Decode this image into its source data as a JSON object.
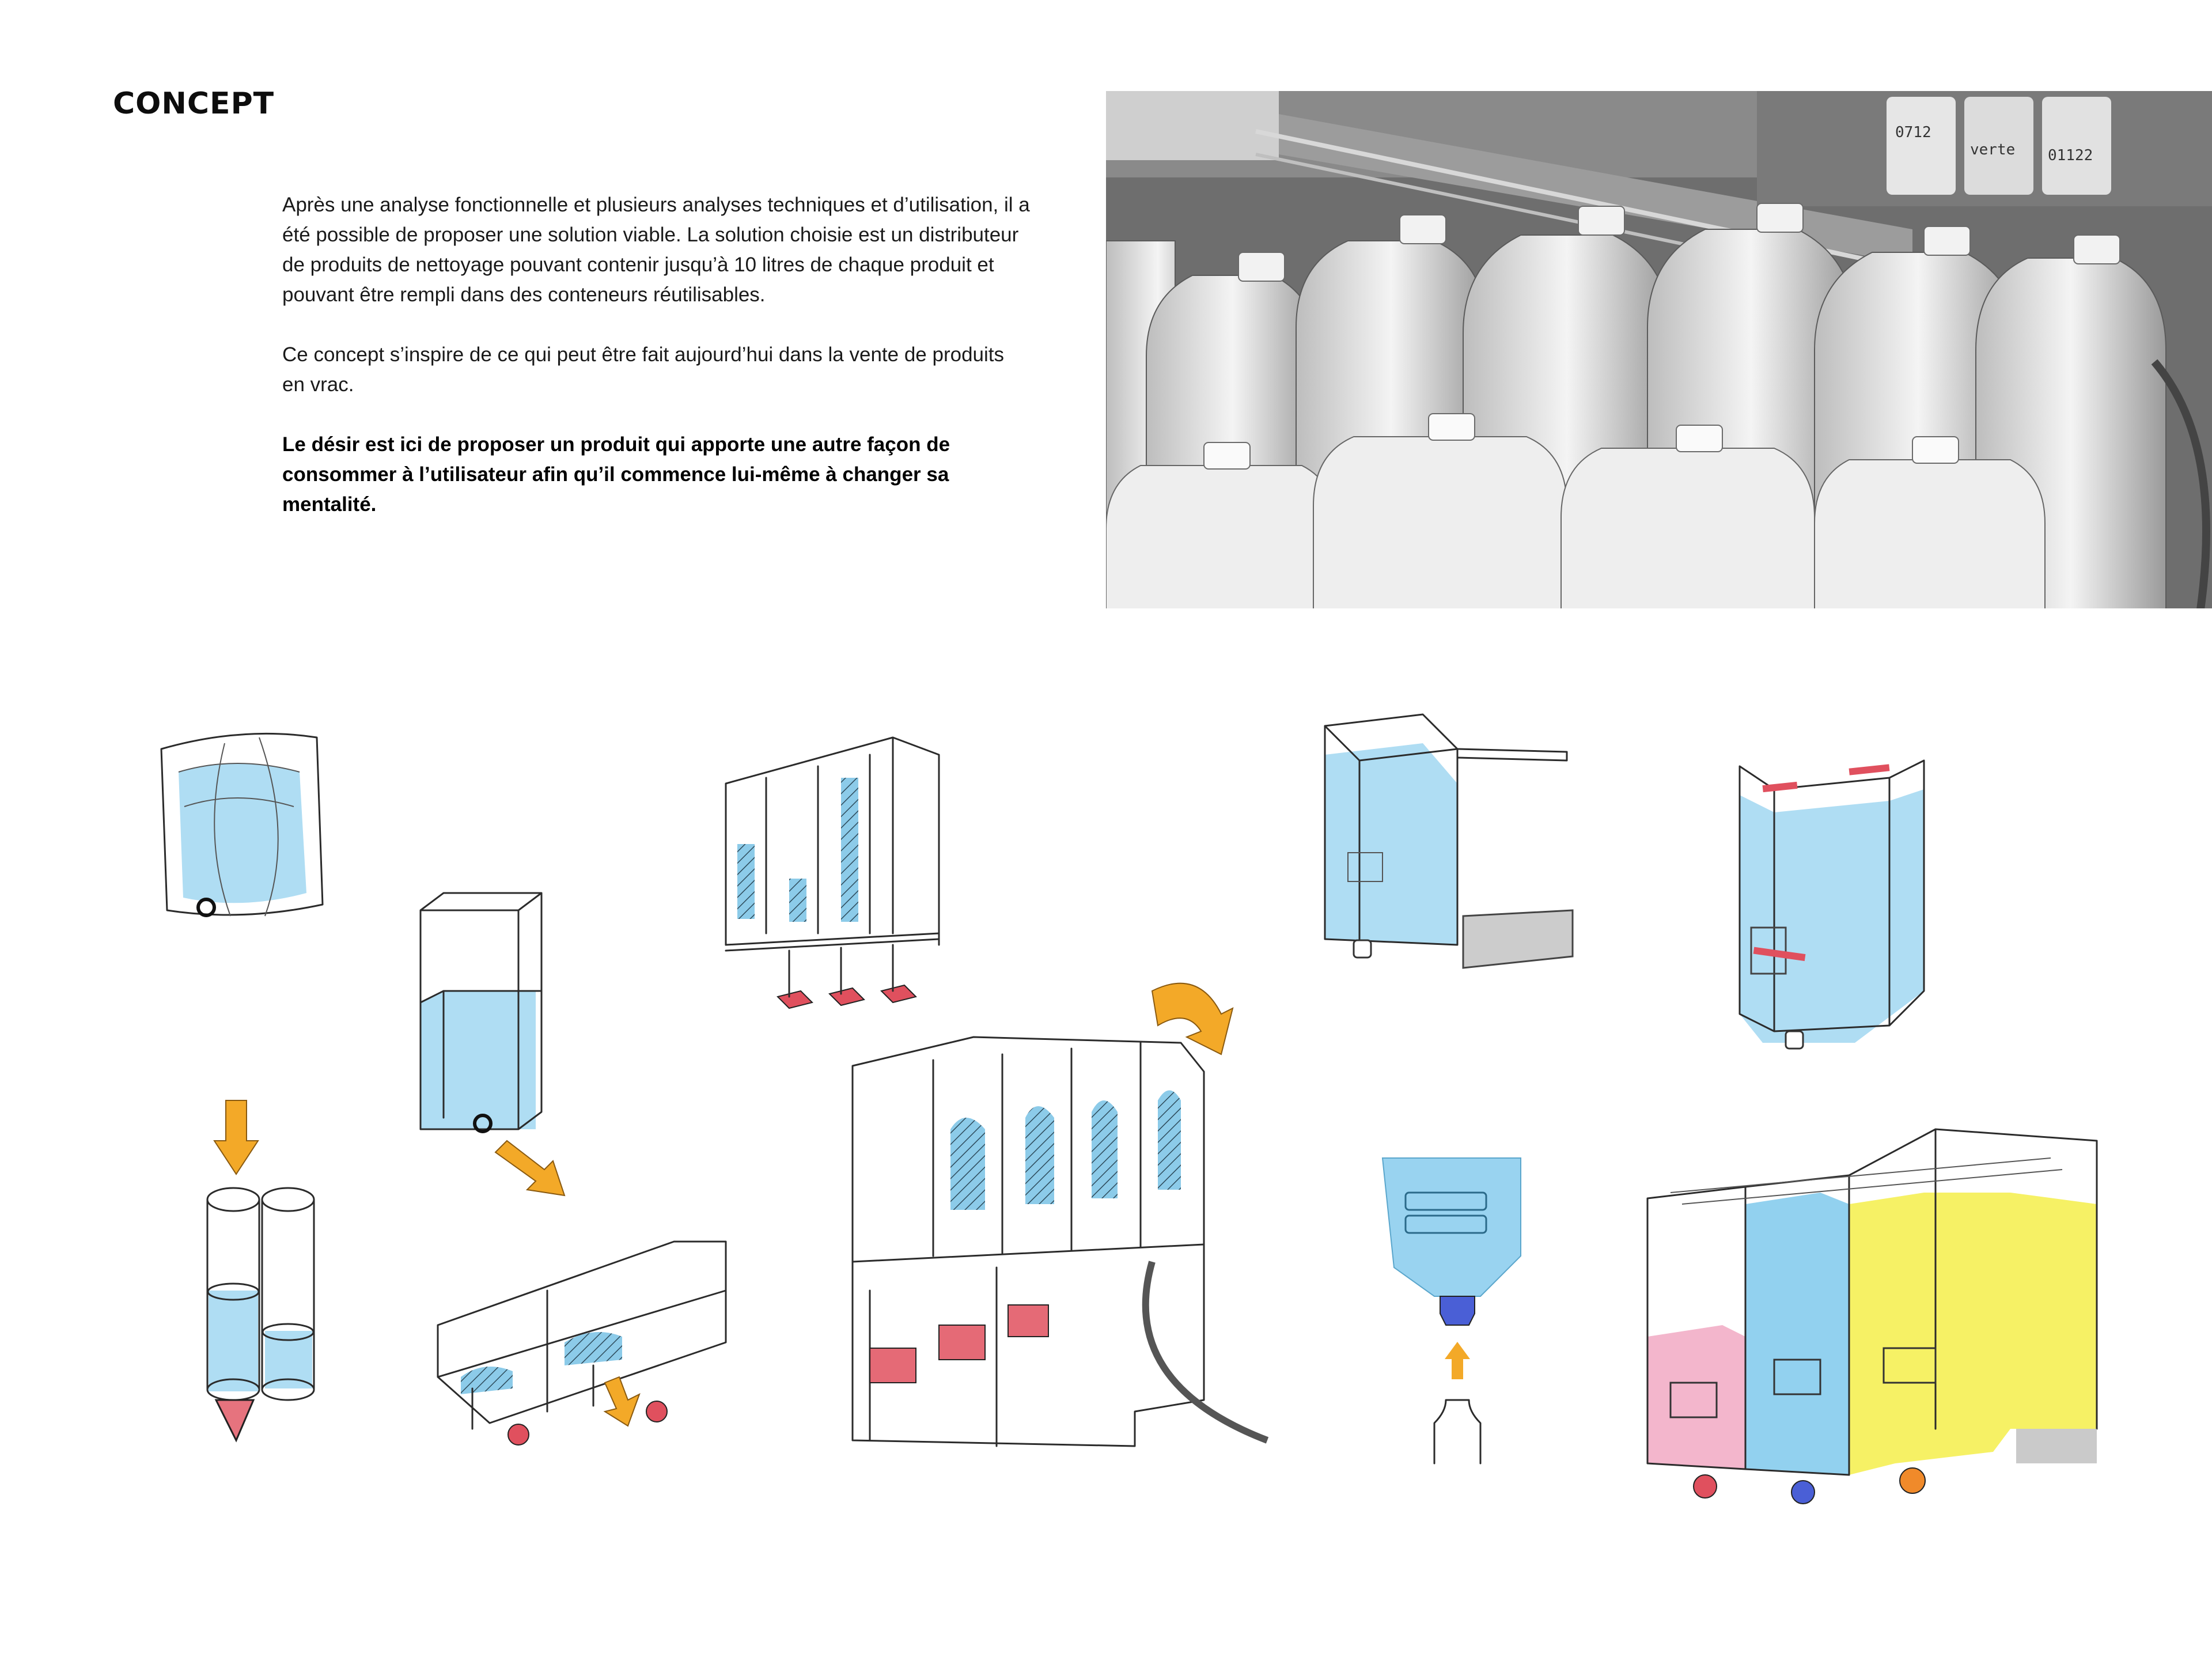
{
  "title": "CONCEPT",
  "intro": {
    "paragraph_1": "Après une analyse fonctionnelle et plusieurs analyses techniques et d’utilisation, il a été possible de proposer une solution viable. La solution choisie est un distributeur de produits de nettoyage pouvant contenir jusqu’à 10 litres de chaque produit et pouvant être rempli dans des conteneurs réutilisables.",
    "paragraph_2": "Ce concept s’inspire de ce qui peut être fait aujourd’hui dans la vente de produits en vrac.",
    "paragraph_3": "Le désir est ici de proposer un produit qui apporte une autre façon de consommer à l’utilisateur afin qu’il commence lui-même à changer sa mentalité."
  },
  "photo": {
    "label_1": "0712",
    "label_2": "verte",
    "label_3": "01122"
  },
  "colors": {
    "liquid_blue": "#6ec1ea",
    "accent_red": "#e0505e",
    "arrow_orange": "#f3a928",
    "liquid_yellow": "#f4ee4a",
    "liquid_pink": "#f0a4bf",
    "nozzle_blue": "#4a5fd6",
    "nozzle_orange": "#f08a2a"
  }
}
